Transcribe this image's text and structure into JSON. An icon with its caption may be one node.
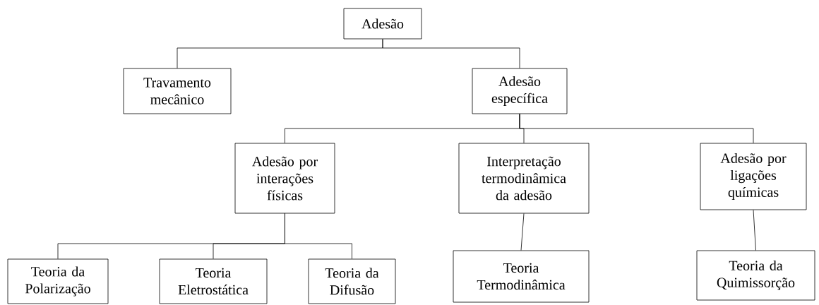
{
  "diagram": {
    "nodes": [
      {
        "text": [
          "Adesão"
        ]
      },
      {
        "text": [
          "Travamento mecânico"
        ]
      },
      {
        "text": [
          "Adesão específica"
        ]
      },
      {
        "text": [
          "Adesão por interações físicas"
        ]
      },
      {
        "text": [
          "Interpretação termodinâmica da adesão"
        ]
      },
      {
        "text": [
          "Adesão por ligações químicas"
        ]
      },
      {
        "text": [
          "Teoria da Polarização"
        ]
      },
      {
        "text": [
          "Teoria Eletrostática"
        ]
      },
      {
        "text": [
          "Teoria da Difusão"
        ]
      },
      {
        "text": [
          "Teoria Termodinâmica"
        ]
      },
      {
        "text": [
          "Teoria da Quimissorção"
        ]
      }
    ],
    "edges": [
      {
        "from": 0,
        "to": 1,
        "arrow": "none"
      },
      {
        "from": 0,
        "to": 2,
        "arrow": "none"
      },
      {
        "from": 2,
        "to": 3,
        "arrow": "none"
      },
      {
        "from": 2,
        "to": 4,
        "arrow": "none"
      },
      {
        "from": 2,
        "to": 5,
        "arrow": "none"
      },
      {
        "from": 3,
        "to": 6,
        "arrow": "none"
      },
      {
        "from": 3,
        "to": 7,
        "arrow": "none"
      },
      {
        "from": 3,
        "to": 8,
        "arrow": "none"
      },
      {
        "from": 4,
        "to": 9,
        "arrow": "none"
      },
      {
        "from": 5,
        "to": 10,
        "arrow": "none"
      }
    ]
  }
}
